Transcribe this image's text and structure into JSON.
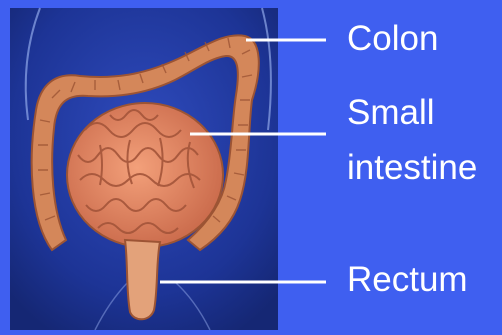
{
  "labels": {
    "colon": "Colon",
    "small_line1": "Small",
    "small_line2": "intestine",
    "rectum": "Rectum"
  },
  "colors": {
    "slide_background": "#3f5ff0",
    "body_panel": "#1b2f87",
    "colon": "#d98a5c",
    "small_intestine": "#e8936b",
    "leader_line": "#ffffff"
  }
}
